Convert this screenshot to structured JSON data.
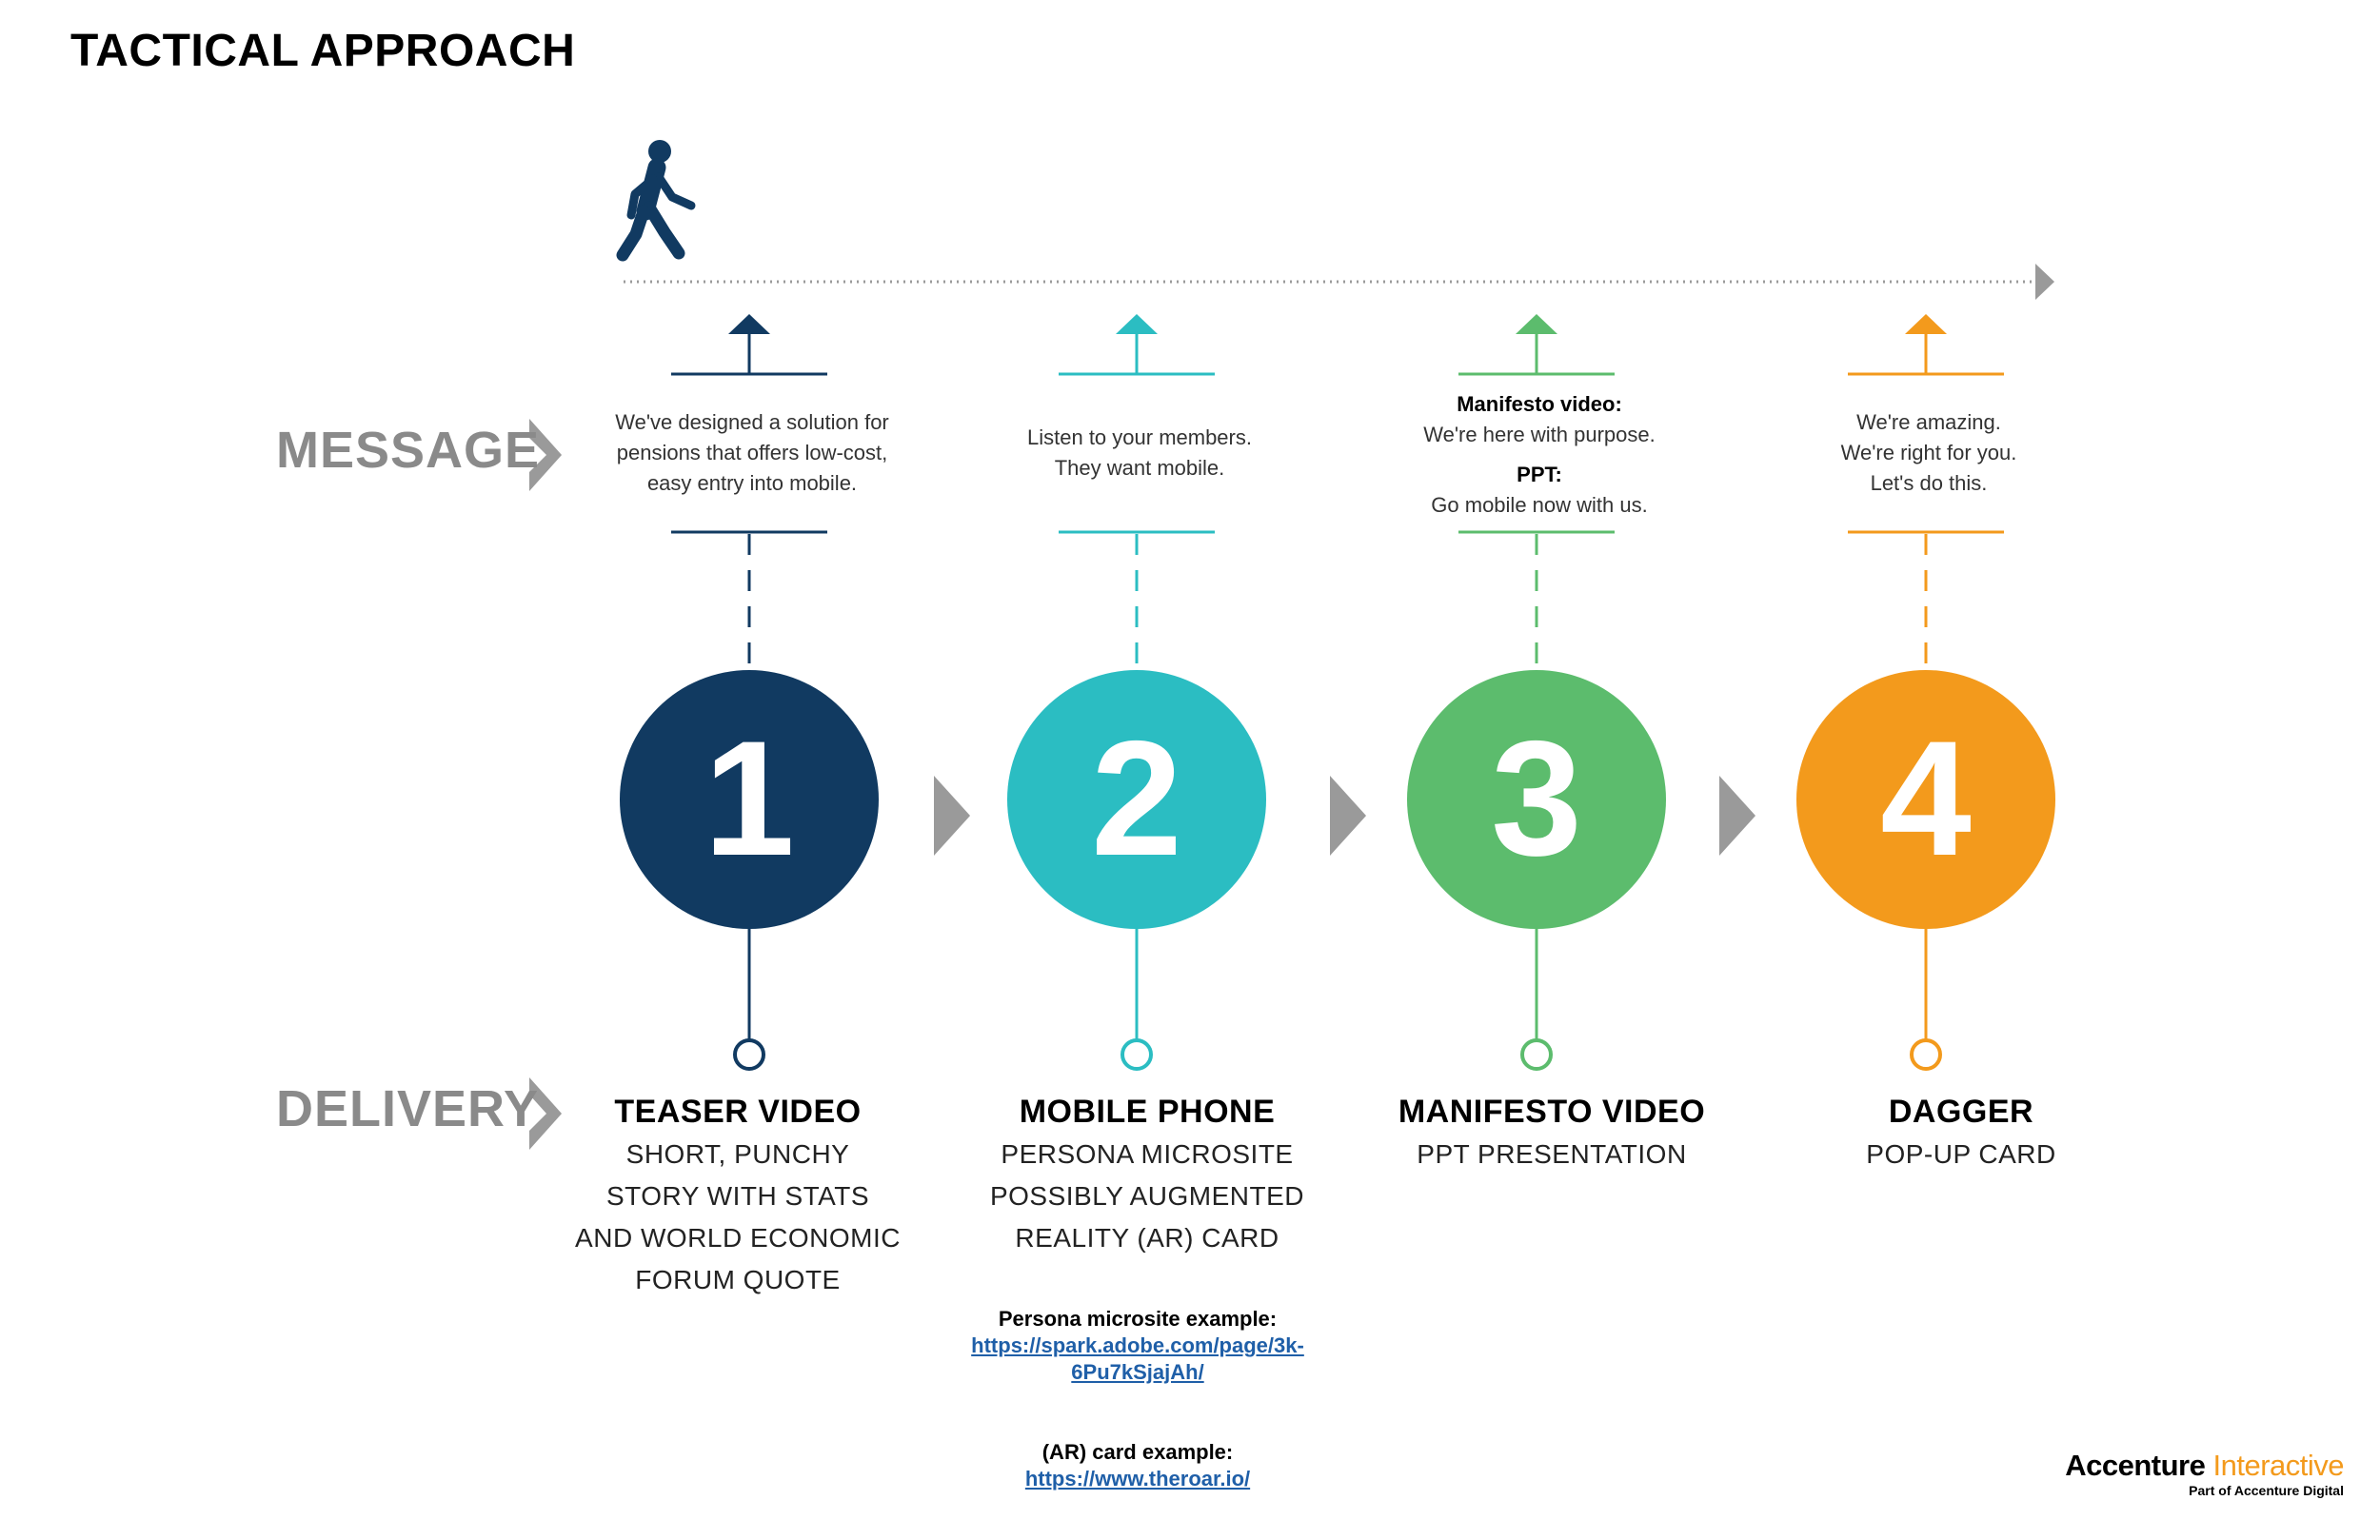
{
  "title": "TACTICAL APPROACH",
  "labels": {
    "message": "MESSAGE",
    "delivery": "DELIVERY"
  },
  "icons": {
    "walker": "pedestrian-walking-icon",
    "chevron": "chevron-right-icon",
    "arrow_up": "arrow-up-icon"
  },
  "steps": [
    {
      "number": "1",
      "color": "#113a61",
      "message": [
        {
          "text": "We've designed a solution for"
        },
        {
          "text": "pensions that offers low-cost,"
        },
        {
          "text": "easy entry into mobile."
        }
      ],
      "delivery_title": "TEASER VIDEO",
      "delivery_lines": [
        "SHORT, PUNCHY",
        "STORY WITH STATS",
        "AND WORLD ECONOMIC",
        "FORUM QUOTE"
      ]
    },
    {
      "number": "2",
      "color": "#2bbdc2",
      "message": [
        {
          "text": "Listen to your members."
        },
        {
          "text": "They want mobile."
        }
      ],
      "delivery_title": "MOBILE PHONE",
      "delivery_lines": [
        "PERSONA MICROSITE",
        "POSSIBLY AUGMENTED",
        "REALITY (AR) CARD"
      ]
    },
    {
      "number": "3",
      "color": "#5cbc6d",
      "message": [
        {
          "text": "Manifesto video:",
          "bold": true
        },
        {
          "text": "We're here with purpose."
        },
        {
          "text": "PPT:",
          "bold": true
        },
        {
          "text": "Go mobile now with us."
        }
      ],
      "delivery_title": "MANIFESTO VIDEO",
      "delivery_lines": [
        "PPT PRESENTATION"
      ]
    },
    {
      "number": "4",
      "color": "#f39a1c",
      "message": [
        {
          "text": "We're amazing."
        },
        {
          "text": "We're right for you."
        },
        {
          "text": "Let's do this."
        }
      ],
      "delivery_title": "DAGGER",
      "delivery_lines": [
        "POP-UP CARD"
      ]
    }
  ],
  "examples": [
    {
      "label": "Persona microsite example:",
      "link_lines": [
        "https://spark.adobe.com/page/3k-",
        "6Pu7kSjajAh/"
      ]
    },
    {
      "label": "(AR) card example:",
      "link_lines": [
        "https://www.theroar.io/"
      ]
    }
  ],
  "logo": {
    "brand": "Accenture",
    "brand_suffix": "Interactive",
    "tagline": "Part of Accenture Digital"
  },
  "colors": {
    "timeline": "#9a9a9a",
    "label_gray": "#8a8a8a",
    "link": "#1f5fa8"
  }
}
